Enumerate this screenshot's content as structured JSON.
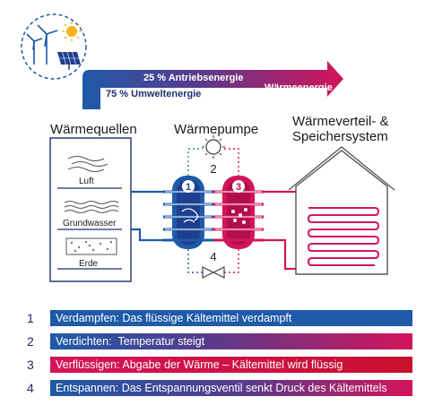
{
  "energy_flow": {
    "drive_energy": "25 % Antriebsenergie",
    "ambient_energy": "75 % Umweltenergie",
    "heat_energy": "Wärmeenergie"
  },
  "sections": {
    "sources": "Wärmequellen",
    "pump": "Wärmepumpe",
    "distribution_line1": "Wärmeverteil- &",
    "distribution_line2": "Speichersystem"
  },
  "sources": [
    {
      "label": "Luft"
    },
    {
      "label": "Grundwasser"
    },
    {
      "label": "Erde"
    }
  ],
  "pump_markers": {
    "one": "1",
    "two": "2",
    "three": "3",
    "four": "4"
  },
  "steps": [
    {
      "number": "1",
      "name": "Verdampfen:",
      "description": "Das flüssige Kältemittel verdampft"
    },
    {
      "number": "2",
      "name": "Verdichten:",
      "description": "Temperatur steigt"
    },
    {
      "number": "3",
      "name": "Verflüssigen:",
      "description": "Abgabe der Wärme – Kältemittel wird flüssig"
    },
    {
      "number": "4",
      "name": "Entspannen:",
      "description": "Das Entspannungsventil senkt Druck des Kältemittels"
    }
  ],
  "colors": {
    "blue": "#1e5aa8",
    "dark_blue": "#1e2f6e",
    "magenta": "#d4145a",
    "crimson": "#c8102e",
    "green_dotted": "#2e9a48",
    "sun": "#f6b21a"
  }
}
